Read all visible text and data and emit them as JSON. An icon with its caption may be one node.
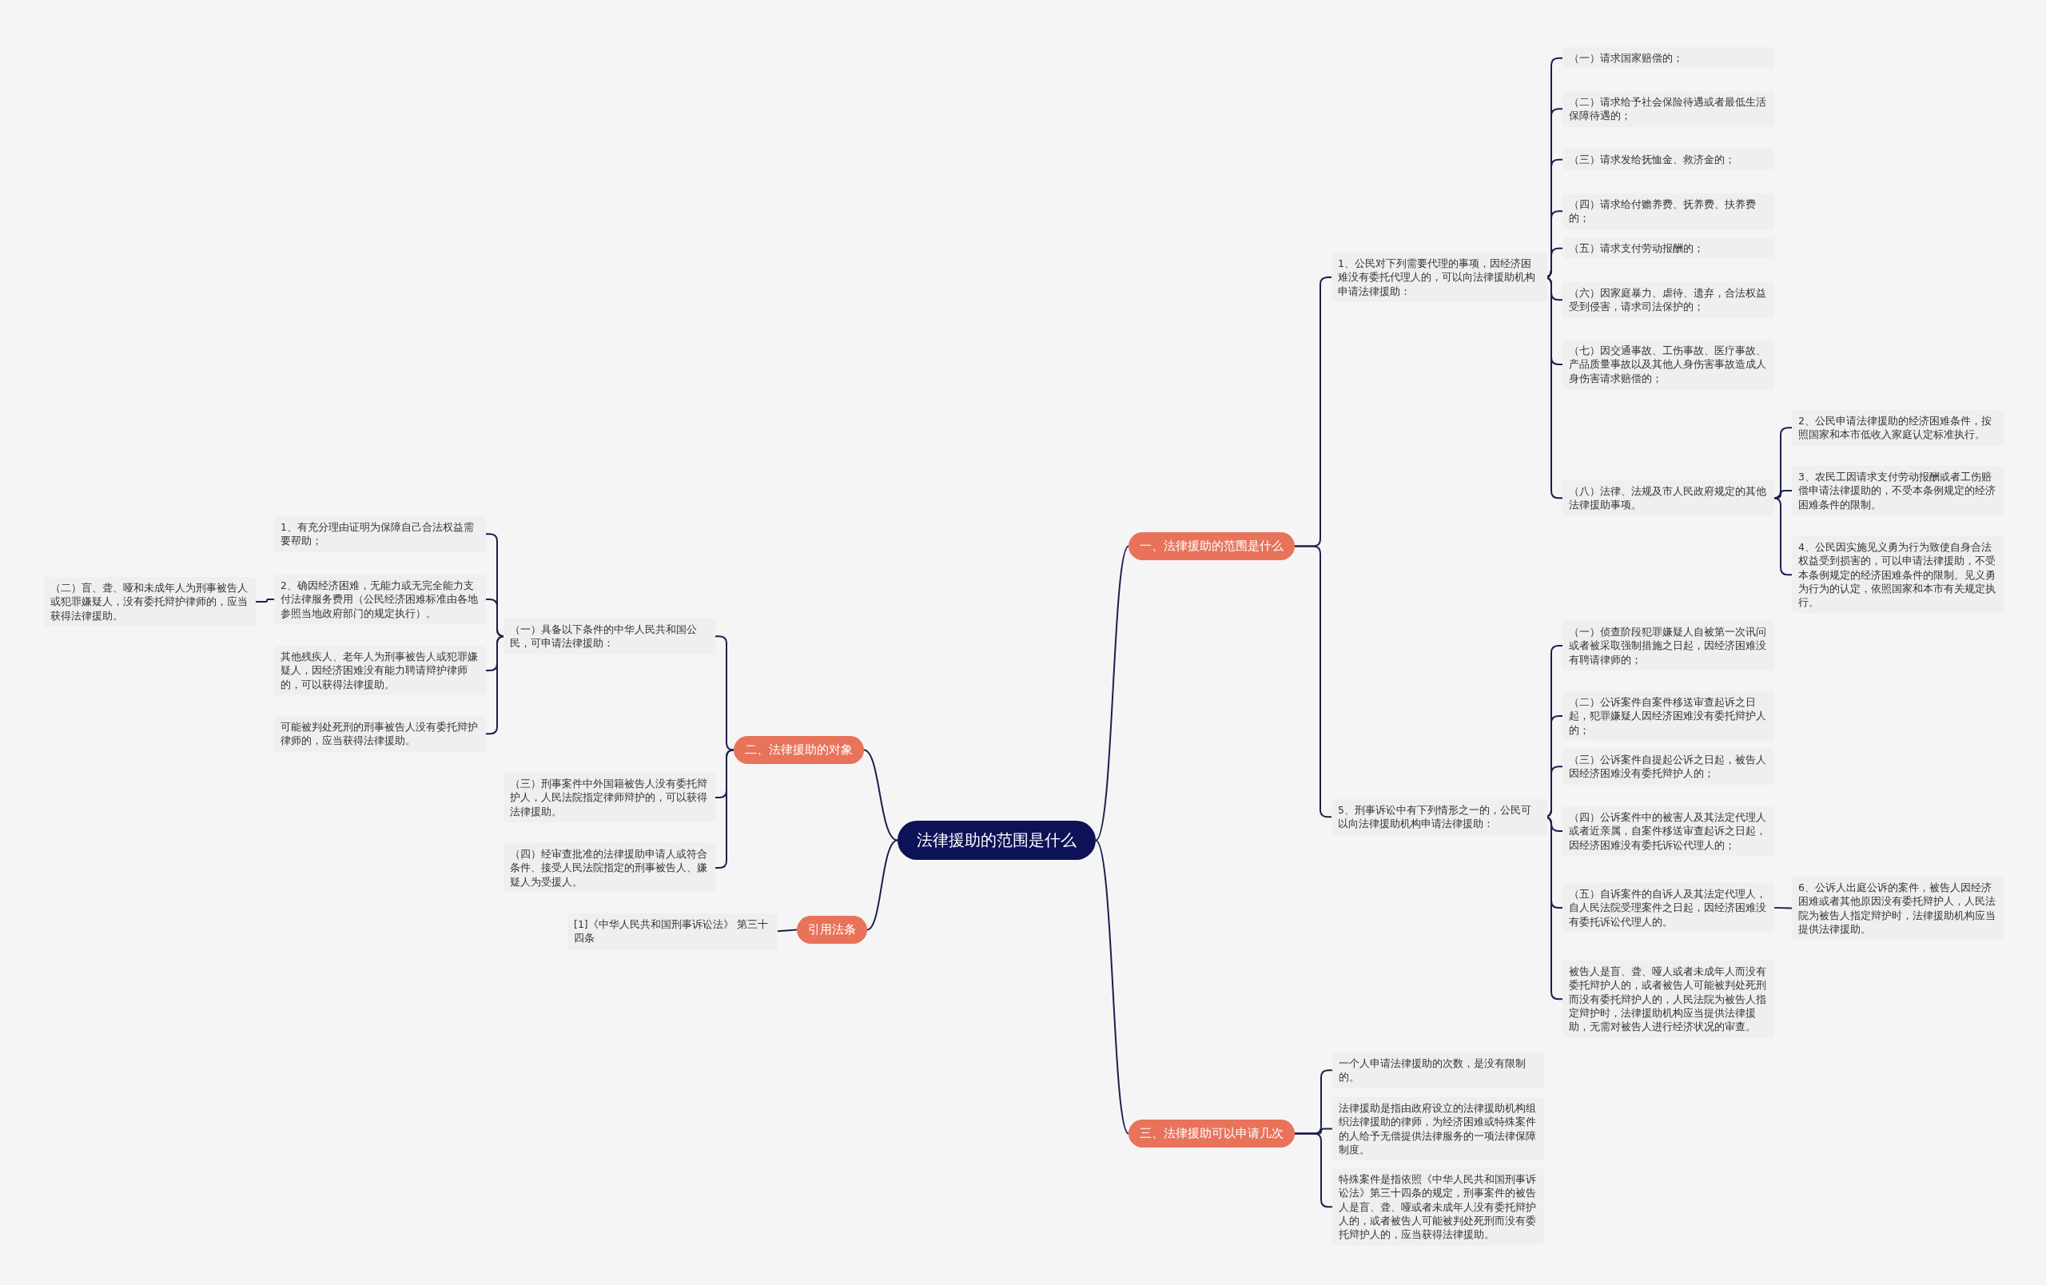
{
  "diagram": {
    "nodes": [
      {
        "text": [
          "法律援助的范围是什么"
        ]
      },
      {
        "text": [
          "一、法律援助的范围是什么"
        ]
      },
      {
        "text": [
          "1、公民对下列需要代理的事项，因经济困难没有委托代理人的，可以向法律援助机构申请法律援助："
        ]
      },
      {
        "text": [
          "（一）请求国家赔偿的；"
        ]
      },
      {
        "text": [
          "（二）请求给予社会保险待遇或者最低生活保障待遇的；"
        ]
      },
      {
        "text": [
          "（三）请求发给抚恤金、救济金的；"
        ]
      },
      {
        "text": [
          "（四）请求给付赡养费、抚养费、扶养费的；"
        ]
      },
      {
        "text": [
          "（五）请求支付劳动报酬的；"
        ]
      },
      {
        "text": [
          "（六）因家庭暴力、虐待、遗弃，合法权益受到侵害，请求司法保护的；"
        ]
      },
      {
        "text": [
          "（七）因交通事故、工伤事故、医疗事故、产品质量事故以及其他人身伤害事故造成人身伤害请求赔偿的；"
        ]
      },
      {
        "text": [
          "（八）法律、法规及市人民政府规定的其他法律援助事项。"
        ]
      },
      {
        "text": [
          "2、公民申请法律援助的经济困难条件，按照国家和本市低收入家庭认定标准执行。"
        ]
      },
      {
        "text": [
          "3、农民工因请求支付劳动报酬或者工伤赔偿申请法律援助的，不受本条例规定的经济困难条件的限制。"
        ]
      },
      {
        "text": [
          "4、公民因实施见义勇为行为致使自身合法权益受到损害的，可以申请法律援助，不受本条例规定的经济困难条件的限制。见义勇为行为的认定，依照国家和本市有关规定执行。"
        ]
      },
      {
        "text": [
          "5、刑事诉讼中有下列情形之一的，公民可以向法律援助机构申请法律援助："
        ]
      },
      {
        "text": [
          "（一）侦查阶段犯罪嫌疑人自被第一次讯问或者被采取强制措施之日起，因经济困难没有聘请律师的；"
        ]
      },
      {
        "text": [
          "（二）公诉案件自案件移送审查起诉之日起，犯罪嫌疑人因经济困难没有委托辩护人的；"
        ]
      },
      {
        "text": [
          "（三）公诉案件自提起公诉之日起，被告人因经济困难没有委托辩护人的；"
        ]
      },
      {
        "text": [
          "（四）公诉案件中的被害人及其法定代理人或者近亲属，自案件移送审查起诉之日起，因经济困难没有委托诉讼代理人的；"
        ]
      },
      {
        "text": [
          "（五）自诉案件的自诉人及其法定代理人，自人民法院受理案件之日起，因经济困难没有委托诉讼代理人的。"
        ]
      },
      {
        "text": [
          "6、公诉人出庭公诉的案件，被告人因经济困难或者其他原因没有委托辩护人，人民法院为被告人指定辩护时，法律援助机构应当提供法律援助。"
        ]
      },
      {
        "text": [
          "被告人是盲、聋、哑人或者未成年人而没有委托辩护人的，或者被告人可能被判处死刑而没有委托辩护人的，人民法院为被告人指定辩护时，法律援助机构应当提供法律援助，无需对被告人进行经济状况的审查。"
        ]
      },
      {
        "text": [
          "二、法律援助的对象"
        ]
      },
      {
        "text": [
          "（一）具备以下条件的中华人民共和国公民，可申请法律援助："
        ]
      },
      {
        "text": [
          "1、有充分理由证明为保障自己合法权益需要帮助；"
        ]
      },
      {
        "text": [
          "2、确因经济困难，无能力或无完全能力支付法律服务费用（公民经济困难标准由各地参照当地政府部门的规定执行）。"
        ]
      },
      {
        "text": [
          "（二）盲、聋、哑和未成年人为刑事被告人或犯罪嫌疑人，没有委托辩护律师的，应当获得法律援助。"
        ]
      },
      {
        "text": [
          "其他残疾人、老年人为刑事被告人或犯罪嫌疑人，因经济困难没有能力聘请辩护律师的，可以获得法律援助。"
        ]
      },
      {
        "text": [
          "可能被判处死刑的刑事被告人没有委托辩护律师的，应当获得法律援助。"
        ]
      },
      {
        "text": [
          "（三）刑事案件中外国籍被告人没有委托辩护人，人民法院指定律师辩护的，可以获得法律援助。"
        ]
      },
      {
        "text": [
          "（四）经审查批准的法律援助申请人或符合条件、接受人民法院指定的刑事被告人、嫌疑人为受援人。"
        ]
      },
      {
        "text": [
          "引用法条"
        ]
      },
      {
        "text": [
          "[1]《中华人民共和国刑事诉讼法》 第三十四条"
        ]
      },
      {
        "text": [
          "三、法律援助可以申请几次"
        ]
      },
      {
        "text": [
          "一个人申请法律援助的次数，是没有限制的。"
        ]
      },
      {
        "text": [
          "法律援助是指由政府设立的法律援助机构组织法律援助的律师，为经济困难或特殊案件的人给予无偿提供法律服务的一项法律保障制度。"
        ]
      },
      {
        "text": [
          "特殊案件是指依照《中华人民共和国刑事诉讼法》第三十四条的规定，刑事案件的被告人是盲、聋、哑或者未成年人没有委托辩护人的，或者被告人可能被判处死刑而没有委托辩护人的，应当获得法律援助。"
        ]
      }
    ],
    "edges": [
      {
        "from": 0,
        "to": 1,
        "arrow": "none"
      },
      {
        "from": 1,
        "to": 2,
        "arrow": "none"
      },
      {
        "from": 2,
        "to": 3,
        "arrow": "none"
      },
      {
        "from": 2,
        "to": 4,
        "arrow": "none"
      },
      {
        "from": 2,
        "to": 5,
        "arrow": "none"
      },
      {
        "from": 2,
        "to": 6,
        "arrow": "none"
      },
      {
        "from": 2,
        "to": 7,
        "arrow": "none"
      },
      {
        "from": 2,
        "to": 8,
        "arrow": "none"
      },
      {
        "from": 2,
        "to": 9,
        "arrow": "none"
      },
      {
        "from": 2,
        "to": 10,
        "arrow": "none"
      },
      {
        "from": 10,
        "to": 11,
        "arrow": "none"
      },
      {
        "from": 10,
        "to": 12,
        "arrow": "none"
      },
      {
        "from": 10,
        "to": 13,
        "arrow": "none"
      },
      {
        "from": 1,
        "to": 14,
        "arrow": "none"
      },
      {
        "from": 14,
        "to": 15,
        "arrow": "none"
      },
      {
        "from": 14,
        "to": 16,
        "arrow": "none"
      },
      {
        "from": 14,
        "to": 17,
        "arrow": "none"
      },
      {
        "from": 14,
        "to": 18,
        "arrow": "none"
      },
      {
        "from": 14,
        "to": 19,
        "arrow": "none"
      },
      {
        "from": 19,
        "to": 20,
        "arrow": "none"
      },
      {
        "from": 14,
        "to": 21,
        "arrow": "none"
      },
      {
        "from": 0,
        "to": 22,
        "arrow": "none"
      },
      {
        "from": 22,
        "to": 23,
        "arrow": "none"
      },
      {
        "from": 23,
        "to": 24,
        "arrow": "none"
      },
      {
        "from": 23,
        "to": 25,
        "arrow": "none"
      },
      {
        "from": 25,
        "to": 26,
        "arrow": "none"
      },
      {
        "from": 23,
        "to": 27,
        "arrow": "none"
      },
      {
        "from": 23,
        "to": 28,
        "arrow": "none"
      },
      {
        "from": 22,
        "to": 29,
        "arrow": "none"
      },
      {
        "from": 22,
        "to": 30,
        "arrow": "none"
      },
      {
        "from": 0,
        "to": 31,
        "arrow": "none"
      },
      {
        "from": 31,
        "to": 32,
        "arrow": "none"
      },
      {
        "from": 0,
        "to": 33,
        "arrow": "none"
      },
      {
        "from": 33,
        "to": 34,
        "arrow": "none"
      },
      {
        "from": 33,
        "to": 35,
        "arrow": "none"
      },
      {
        "from": 33,
        "to": 36,
        "arrow": "none"
      }
    ]
  }
}
